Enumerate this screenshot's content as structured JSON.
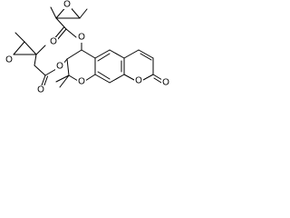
{
  "diagram": {
    "type": "chemical-structure",
    "atoms": [
      {
        "id": "o_ester_top",
        "label": "O"
      },
      {
        "id": "o_carbonyl_top",
        "label": "O"
      },
      {
        "id": "o_epoxide_top",
        "label": "O"
      },
      {
        "id": "o_ester_left",
        "label": "O"
      },
      {
        "id": "o_carbonyl_left",
        "label": "O"
      },
      {
        "id": "o_epoxide_left",
        "label": "O"
      },
      {
        "id": "o_ring_pyran",
        "label": "O"
      },
      {
        "id": "o_ring_lactone",
        "label": "O"
      },
      {
        "id": "o_lactone_carbonyl",
        "label": "O"
      }
    ],
    "colors": {
      "bond": "#000000",
      "label": "#000000",
      "background": "#ffffff"
    }
  }
}
